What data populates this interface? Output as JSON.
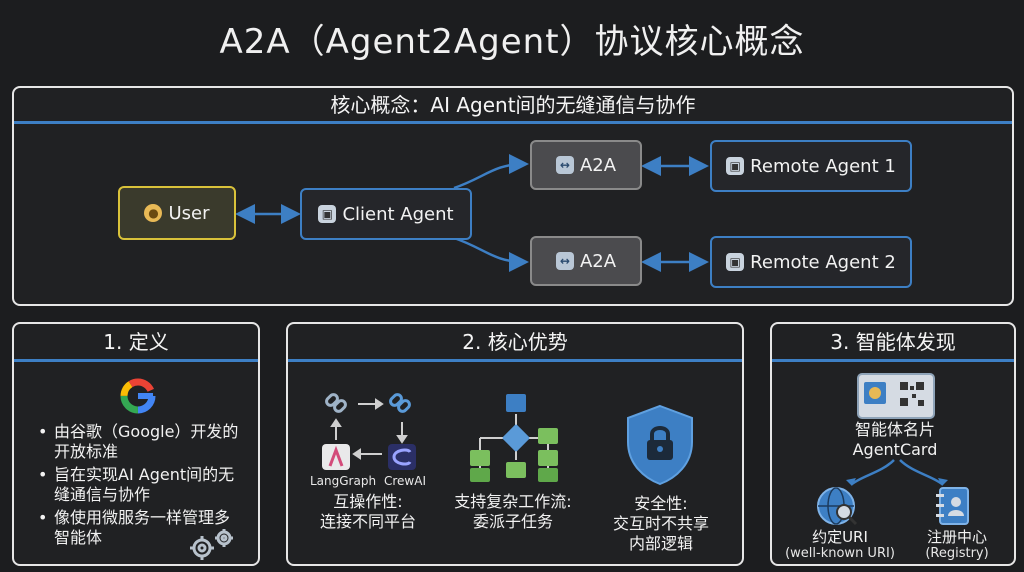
{
  "title": "A2A（Agent2Agent）协议核心概念",
  "core": {
    "header": "核心概念：AI Agent间的无缝通信与协作",
    "user": "User",
    "client": "Client Agent",
    "a2a_1": "A2A",
    "a2a_2": "A2A",
    "remote_1": "Remote Agent 1",
    "remote_2": "Remote Agent 2"
  },
  "definition": {
    "header": "1. 定义",
    "bullets": [
      "由谷歌（Google）开发的开放标准",
      "旨在实现AI Agent间的无缝通信与协作",
      "像使用微服务一样管理多智能体"
    ]
  },
  "advantages": {
    "header": "2. 核心优势",
    "langgraph": "LangGraph",
    "crewai": "CrewAI",
    "interop_title": "互操作性:",
    "interop_desc": "连接不同平台",
    "workflow_title": "支持复杂工作流:",
    "workflow_desc": "委派子任务",
    "security_title": "安全性:",
    "security_desc_1": "交互时不共享",
    "security_desc_2": "内部逻辑"
  },
  "discovery": {
    "header": "3. 智能体发现",
    "card_title": "智能体名片",
    "card_sub": "AgentCard",
    "uri_title": "约定URI",
    "uri_sub": "(well-known URI)",
    "registry_title": "注册中心",
    "registry_sub": "(Registry)"
  },
  "colors": {
    "accent": "#3d7fc4",
    "user_border": "#d9c23a",
    "google_blue": "#4285f4",
    "google_red": "#ea4335",
    "google_yellow": "#fbbc05",
    "google_green": "#34a853"
  }
}
